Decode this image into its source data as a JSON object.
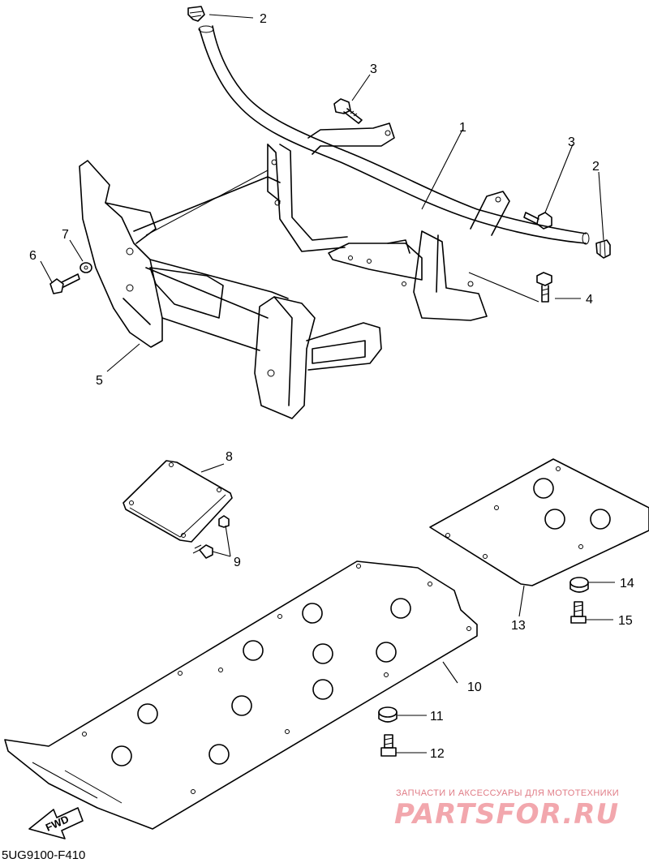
{
  "callouts": [
    "1",
    "2",
    "2",
    "3",
    "3",
    "4",
    "5",
    "6",
    "7",
    "8",
    "9",
    "10",
    "11",
    "12",
    "13",
    "14",
    "15"
  ],
  "fwd_label": "FWD",
  "diagram_code": "5UG9100-F410",
  "watermark": {
    "tagline": "ЗАПЧАСТИ И АКСЕССУАРЫ ДЛЯ МОТОТЕХНИКИ",
    "brand": "PARTSFOR.RU",
    "color": "#e07c86"
  }
}
